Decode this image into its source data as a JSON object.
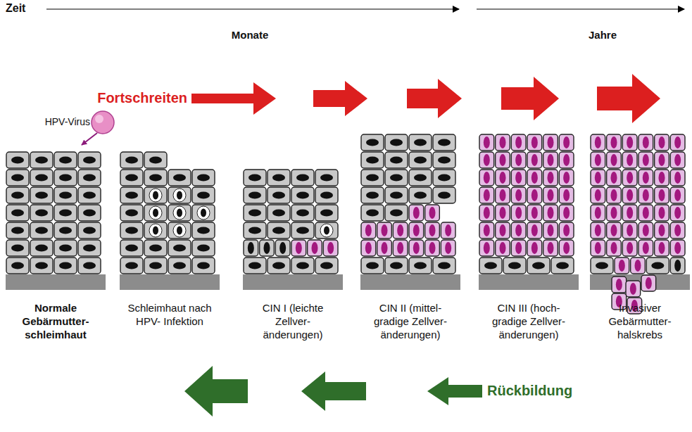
{
  "diagram": {
    "nodes": [
      {
        "text": [
          "Normale Gebärmutter- schleimhaut"
        ]
      },
      {
        "text": [
          "Schleimhaut nach HPV- Infektion"
        ]
      },
      {
        "text": [
          "CIN I (leichte Zellver- änderungen)"
        ]
      },
      {
        "text": [
          "CIN II (mittel- gradige Zellver- änderungen)"
        ]
      },
      {
        "text": [
          "CIN III (hoch- gradige Zellver- änderungen)"
        ]
      },
      {
        "text": [
          "Invasiver Gebärmutter- halskrebs"
        ]
      }
    ],
    "labels": [
      "Zeit",
      "Monate",
      "Jahre",
      "Fortschreiten",
      "HPV-Virus",
      "Rückbildung"
    ]
  }
}
